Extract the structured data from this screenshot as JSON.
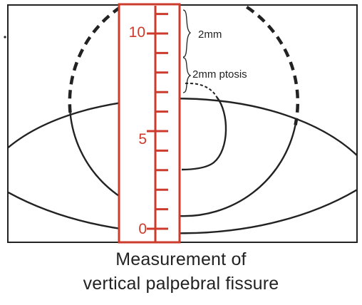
{
  "diagram": {
    "ruler_labels": [
      "10",
      "5",
      "0"
    ],
    "annotations": {
      "upper": "2mm",
      "lower": "2mm ptosis"
    },
    "caption": {
      "line1": "Measurement of",
      "line2": "vertical palpebral fissure"
    },
    "colors": {
      "ruler": "#cc3b2c",
      "lines": "#222222",
      "background": "#ffffff"
    }
  }
}
